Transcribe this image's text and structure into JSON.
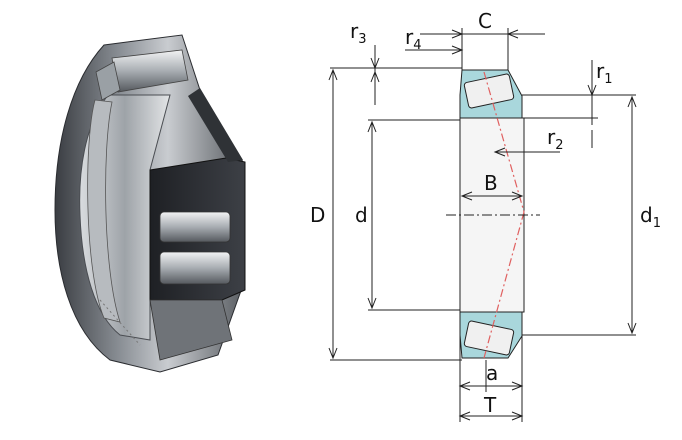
{
  "figure": {
    "photo": {
      "subject": "tapered-roller-bearing-cutaway"
    },
    "drawing": {
      "subject": "tapered-roller-bearing-section",
      "colors": {
        "section_fill": "#a9d7dc",
        "center_line": "#e06060",
        "line": "#222222",
        "bore_fill": "#f5f5f5"
      },
      "labels": {
        "C": "C",
        "r3": {
          "base": "r",
          "sub": "3"
        },
        "r4": {
          "base": "r",
          "sub": "4"
        },
        "r1": {
          "base": "r",
          "sub": "1"
        },
        "r2": {
          "base": "r",
          "sub": "2"
        },
        "D": "D",
        "d": "d",
        "B": "B",
        "d1": {
          "base": "d",
          "sub": "1"
        },
        "a": "a",
        "T": "T"
      }
    }
  }
}
